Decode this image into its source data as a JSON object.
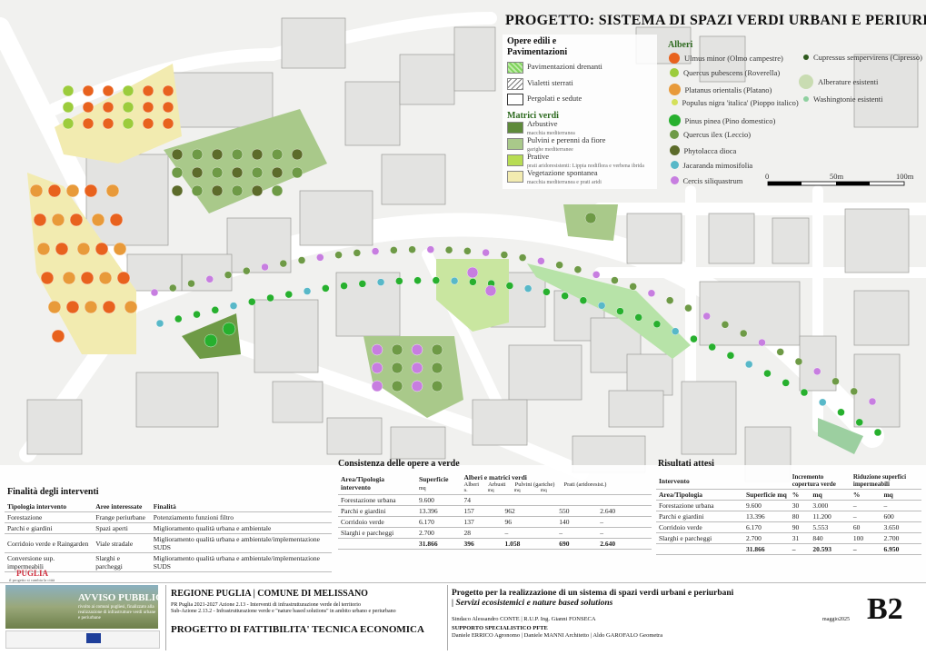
{
  "title": "PROGETTO: SISTEMA DI SPAZI VERDI URBANI E PERIURBANI",
  "legend": {
    "opere_title": "Opere edili e Pavimentazioni",
    "opere": [
      "Pavimentazioni drenanti",
      "Vialetti sterrati",
      "Pergolati e sedute"
    ],
    "matrici_title": "Matrici verdi",
    "matrici": [
      {
        "label": "Arbustive",
        "sub": "macchia mediterranea",
        "color": "#5e8a3a"
      },
      {
        "label": "Pulvini e perenni da fiore",
        "sub": "garighe mediterranee",
        "color": "#a9c98a"
      },
      {
        "label": "Prative",
        "sub": "prati aridoresistenti: Lippia nodiflora e verbena ibrida",
        "color": "#b7dc53"
      },
      {
        "label": "Vegetazione spontanea",
        "sub": "macchia mediterranea e prati aridi",
        "color": "#f2ebb0"
      }
    ],
    "alberi_title": "Alberi",
    "alberi_col1": [
      {
        "label": "Ulmus minor (Olmo campestre)",
        "color": "#e8621e"
      },
      {
        "label": "Quercus pubescens (Roverella)",
        "color": "#9ccc3c"
      },
      {
        "label": "Platanus orientalis (Platano)",
        "color": "#e89a3a"
      },
      {
        "label": "Populus nigra 'italica' (Pioppo italico)",
        "color": "#d4e05a"
      },
      {
        "label": "Pinus pinea (Pino domestico)",
        "color": "#27b02e"
      },
      {
        "label": "Quercus ilex (Leccio)",
        "color": "#6e9a46"
      },
      {
        "label": "Phytolacca dioca",
        "color": "#5c6b2a"
      },
      {
        "label": "Jacaranda mimosifolia",
        "color": "#58b8c8"
      },
      {
        "label": "Cercis siliquastrum",
        "color": "#c77ee0"
      }
    ],
    "alberi_col2": [
      {
        "label": "Cupressus sempervirens (Cipresso)",
        "color": "#2f5a1e"
      },
      {
        "label": "Alberature esistenti",
        "color": "#c9dcb2"
      },
      {
        "label": "Washingtonie esistenti",
        "color": "#8fd0a0"
      }
    ]
  },
  "scale": {
    "labels": [
      "0",
      "50m",
      "100m"
    ]
  },
  "finalita": {
    "title": "Finalità degli interventi",
    "headers": [
      "Tipologia intervento",
      "Aree interessate",
      "Finalità"
    ],
    "rows": [
      [
        "Forestazione",
        "Frange periurbane",
        "Potenziamento funzioni filtro"
      ],
      [
        "Parchi e giardini",
        "Spazi aperti",
        "Miglioramento qualità urbana e ambientale"
      ],
      [
        "Corridoio verde e Raingarden",
        "Viale stradale",
        "Miglioramento qualità urbana e ambientale/implementazione SUDS"
      ],
      [
        "Conversione sup. impermeabili",
        "Slarghi e parcheggi",
        "Miglioramento qualità urbana e ambientale/implementazione SUDS"
      ]
    ]
  },
  "consistenza": {
    "title": "Consistenza delle opere a verde",
    "h1": "Area/Tipologia intervento",
    "h2": "Superficie",
    "h2u": "mq",
    "h3": "Alberi e matrici verdi",
    "sub": [
      "Alberi",
      "Arbusti",
      "Pulvini (gariche)",
      "Prati (aridoresist.)"
    ],
    "subu": [
      "n.",
      "mq",
      "mq",
      "mq"
    ],
    "rows": [
      [
        "Forestazione urbana",
        "9.600",
        "74",
        "",
        "",
        ""
      ],
      [
        "Parchi e giardini",
        "13.396",
        "157",
        "962",
        "550",
        "2.640"
      ],
      [
        "Corridoio verde",
        "6.170",
        "137",
        "96",
        "140",
        "–"
      ],
      [
        "Slarghi e parcheggi",
        "2.700",
        "28",
        "–",
        "–",
        "–"
      ]
    ],
    "total": [
      "",
      "31.866",
      "396",
      "1.058",
      "690",
      "2.640"
    ]
  },
  "risultati": {
    "title": "Risultati attesi",
    "h1": "Intervento",
    "h2": "Incremento copertura verde",
    "h3": "Riduzione superfici impermeabili",
    "sub": [
      "Area/Tipologia",
      "Superficie mq",
      "%",
      "mq",
      "%",
      "mq"
    ],
    "rows": [
      [
        "Forestazione urbana",
        "9.600",
        "30",
        "3.000",
        "–",
        "–"
      ],
      [
        "Parchi e giardini",
        "13.396",
        "80",
        "11.200",
        "–",
        "600"
      ],
      [
        "Corridoio verde",
        "6.170",
        "90",
        "5.553",
        "60",
        "3.650"
      ],
      [
        "Slarghi e parcheggi",
        "2.700",
        "31",
        "840",
        "100",
        "2.700"
      ]
    ],
    "total": [
      "",
      "31.866",
      "–",
      "20.593",
      "–",
      "6.950"
    ]
  },
  "footer": {
    "logo_text": "PUGLIA",
    "logo_sub": "il progetto si cambia la città",
    "avviso_title": "AVVISO PUBBLICO",
    "avviso_sub": "rivolto ai comuni pugliesi, finalizzato alla realizzazione di infrastrutture verdi urbane e periurbane",
    "region": "REGIONE PUGLIA | COMUNE DI MELISSANO",
    "pr1": "PR Puglia 2021-2027 Azione 2.13 - Interventi di infrastrutturazione verde del territorio",
    "pr2": "Sub-Azione 2.13.2 - Infrastrutturazione verde e \"nature based solutions\" in ambito urbano e periurbano",
    "fattibilita": "PROGETTO DI FATTIBILITA' TECNICA ECONOMICA",
    "progetto1": "Progetto per la realizzazione di un sistema di spazi verdi urbani e periurbani",
    "progetto2": "| Servizi ecosistemici e nature based solutions",
    "sindaco": "Sindaco Alessandro CONTE |   R.U.P. Ing. Gianni FONSECA",
    "supporto": "SUPPORTO SPECIALISTICO PFTE",
    "team": "Daniele ERRICO  Agronomo | Daniele MANNI Architetto | Aldo GAROFALO  Geometra",
    "date": "maggio2025",
    "code": "B2"
  }
}
